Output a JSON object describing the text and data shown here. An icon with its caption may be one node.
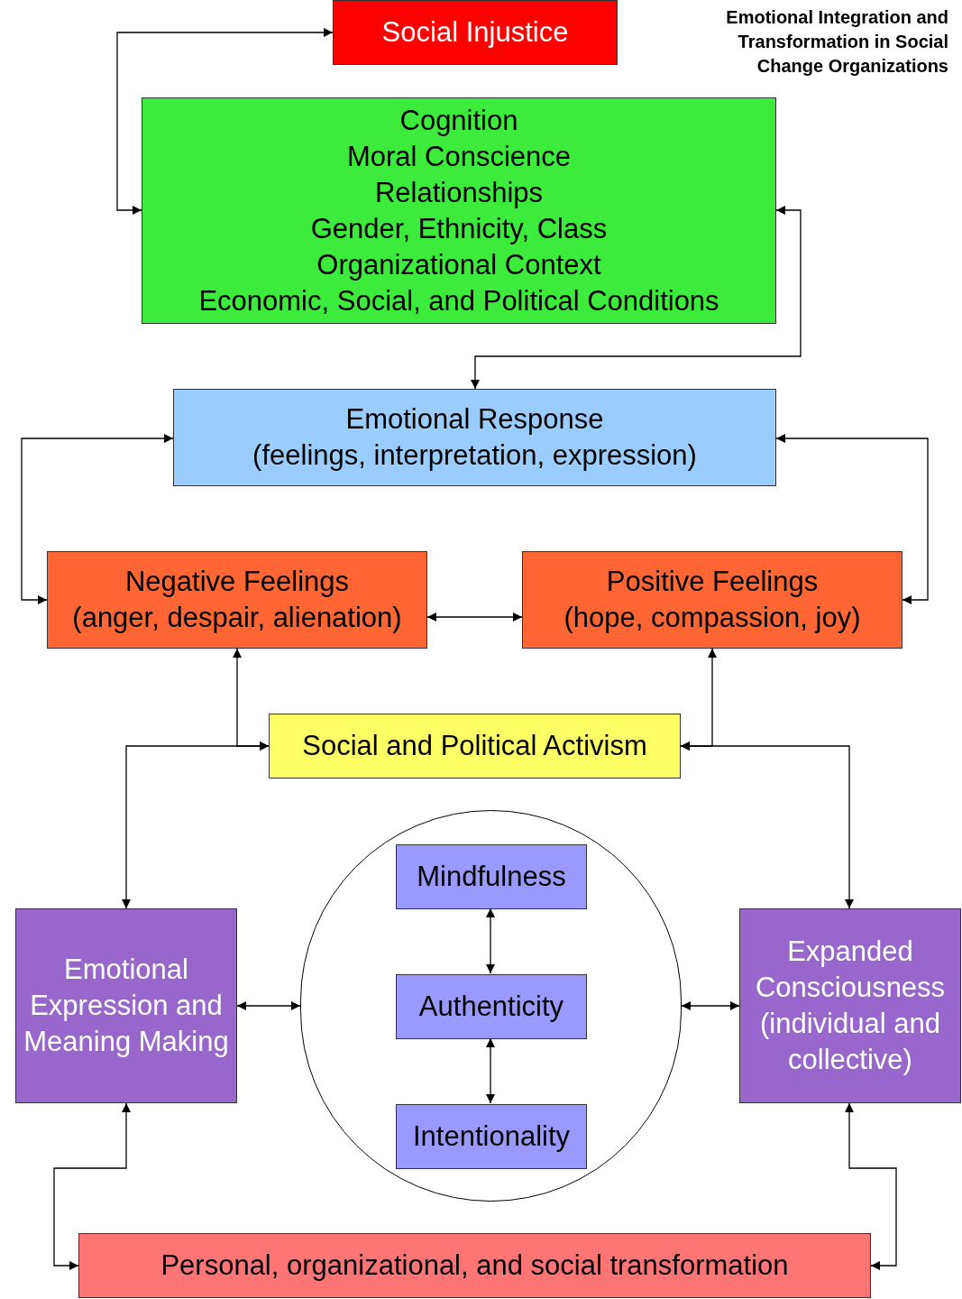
{
  "diagram": {
    "title": "Emotional Integration and Transformation in Social Change Organizations",
    "nodes": [
      {
        "text": [
          "Social Injustice"
        ]
      },
      {
        "text": [
          "Cognition",
          "Moral Conscience",
          "Relationships",
          "Gender, Ethnicity, Class",
          "Organizational Context",
          "Economic, Social, and Political Conditions"
        ]
      },
      {
        "text": [
          "Emotional Response",
          "(feelings, interpretation, expression)"
        ]
      },
      {
        "text": [
          "Negative Feelings",
          "(anger, despair, alienation)"
        ]
      },
      {
        "text": [
          "Positive Feelings",
          "(hope, compassion, joy)"
        ]
      },
      {
        "text": [
          "Social and Political Activism"
        ]
      },
      {
        "text": [],
        "shape": "circle"
      },
      {
        "text": [
          "Mindfulness"
        ],
        "in": 6
      },
      {
        "text": [
          "Authenticity"
        ],
        "in": 6
      },
      {
        "text": [
          "Intentionality"
        ],
        "in": 6
      },
      {
        "text": [
          "Emotional Expression and Meaning Making"
        ]
      },
      {
        "text": [
          "Expanded Consciousness (individual and collective)"
        ]
      },
      {
        "text": [
          "Personal, organizational, and social transformation"
        ]
      }
    ],
    "edges": [
      {
        "from": 0,
        "to": 1,
        "arrow": "both"
      },
      {
        "from": 1,
        "to": 2,
        "arrow": "both"
      },
      {
        "from": 2,
        "to": 3,
        "arrow": "both"
      },
      {
        "from": 2,
        "to": 4,
        "arrow": "both"
      },
      {
        "from": 3,
        "to": 4,
        "arrow": "both"
      },
      {
        "from": 5,
        "to": 3,
        "arrow": "both"
      },
      {
        "from": 5,
        "to": 10,
        "arrow": "both"
      },
      {
        "from": 5,
        "to": 4,
        "arrow": "both"
      },
      {
        "from": 5,
        "to": 11,
        "arrow": "both"
      },
      {
        "from": 10,
        "to": 6,
        "arrow": "both"
      },
      {
        "from": 6,
        "to": 11,
        "arrow": "both"
      },
      {
        "from": 7,
        "to": 8,
        "arrow": "both"
      },
      {
        "from": 8,
        "to": 9,
        "arrow": "both"
      },
      {
        "from": 10,
        "to": 12,
        "arrow": "both"
      },
      {
        "from": 11,
        "to": 12,
        "arrow": "both"
      }
    ]
  }
}
